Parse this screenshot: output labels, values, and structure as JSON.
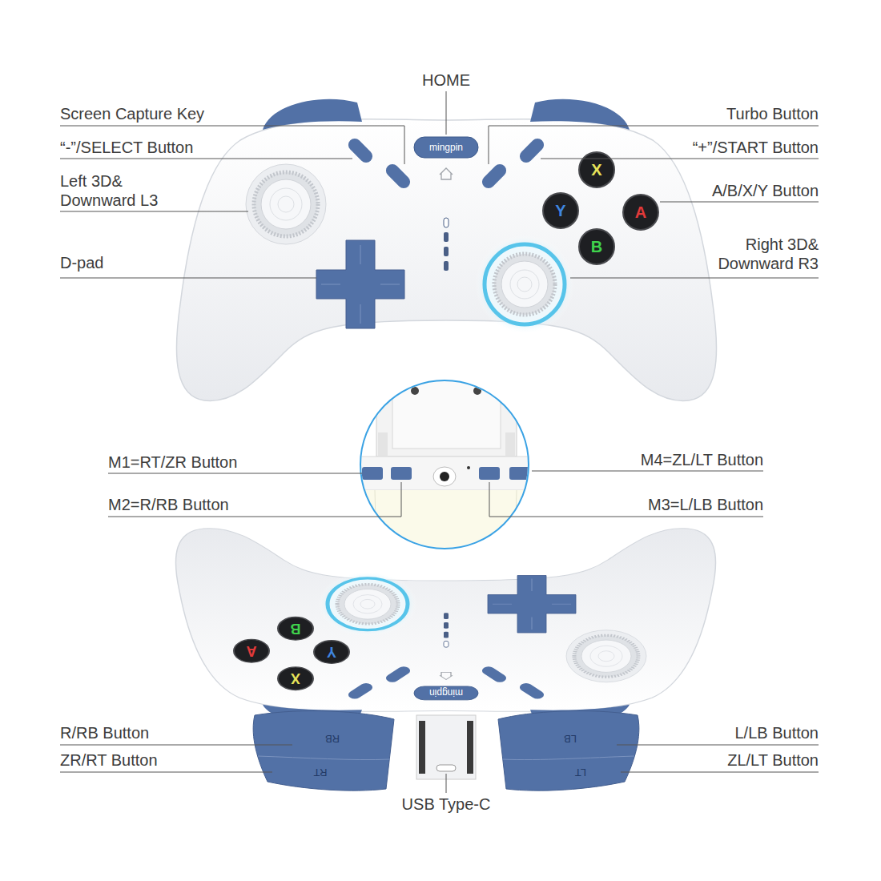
{
  "diagram": {
    "labels": [
      "HOME",
      "Screen Capture Key",
      "Turbo Button",
      "“-”/SELECT Button",
      "“+”/START Button",
      "Left 3D& Downward L3",
      "A/B/X/Y Button",
      "Right 3D& Downward R3",
      "D-pad",
      "M1=RT/ZR Button",
      "M4=ZL/LT Button",
      "M2=R/RB Button",
      "M3=L/LB Button",
      "R/RB Button",
      "L/LB Button",
      "ZR/RT Button",
      "ZL/LT Button",
      "USB Type-C",
      "mingpin",
      "X",
      "Y",
      "A",
      "B",
      "mingpin",
      "X",
      "Y",
      "A",
      "B",
      "RB",
      "RT",
      "LB",
      "LT"
    ]
  }
}
